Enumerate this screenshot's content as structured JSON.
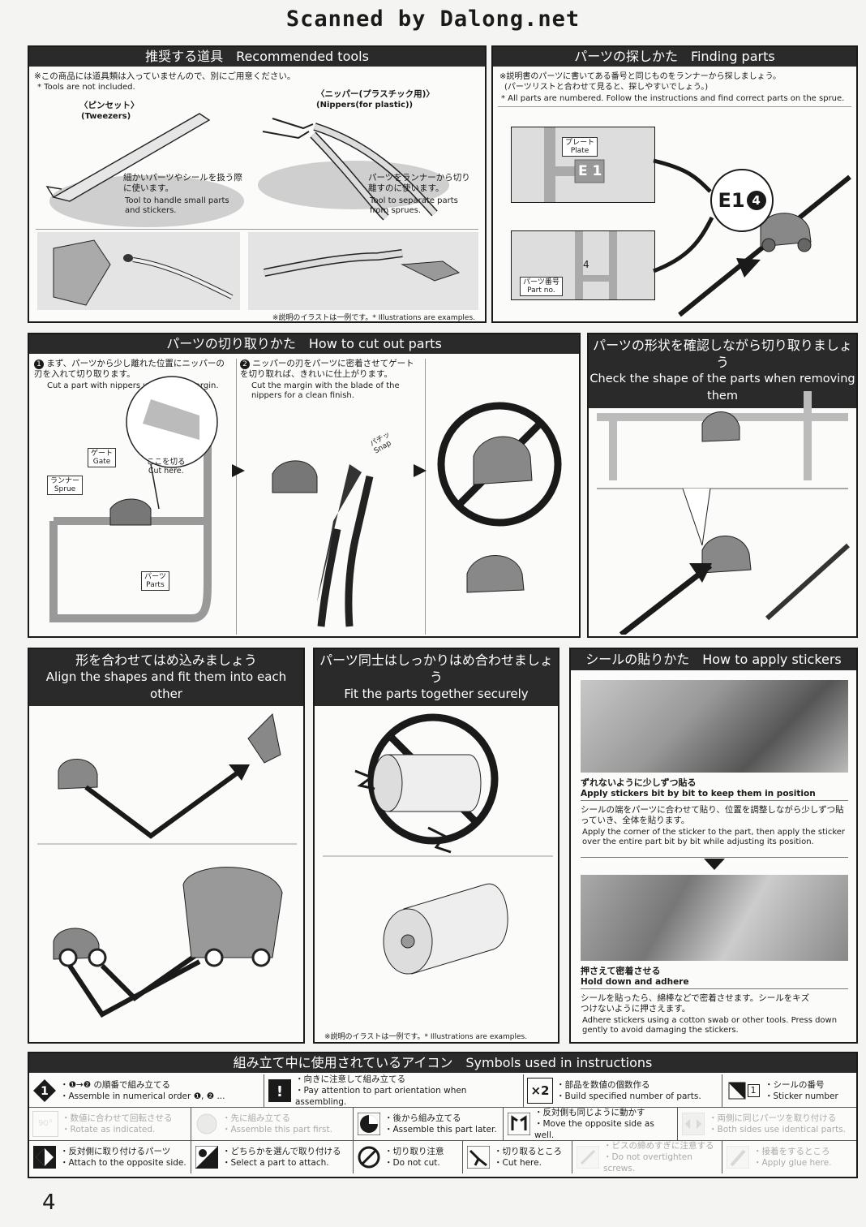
{
  "header": {
    "scan_credit": "Scanned by Dalong.net"
  },
  "tools": {
    "title": "推奨する道具　Recommended tools",
    "note_jp": "※この商品には道具類は入っていませんので、別にご用意ください。",
    "note_en": "* Tools are not included.",
    "tweezers_jp": "〈ピンセット〉",
    "tweezers_en": "(Tweezers)",
    "nippers_jp": "〈ニッパー(プラスチック用)〉",
    "nippers_en": "(Nippers(for plastic))",
    "tweezers_desc_jp": "細かいパーツやシールを扱う際に使います。",
    "tweezers_desc_en": "Tool to handle small parts and stickers.",
    "nippers_desc_jp": "パーツをランナーから切り離すのに使います。",
    "nippers_desc_en": "Tool to separate parts from sprues.",
    "illus_note": "※説明のイラストは一例です。* Illustrations are examples."
  },
  "finding": {
    "title": "パーツの探しかた　Finding parts",
    "note_jp1": "※説明書のパーツに書いてある番号と同じものをランナーから探しましょう。",
    "note_jp2": "(パーツリストと合わせて見ると、探しやすいでしょう。)",
    "note_en": "* All parts are numbered. Follow the instructions and find correct parts on the sprue.",
    "plate_jp": "プレート",
    "plate_en": "Plate",
    "plate_code": "E 1",
    "partno_jp": "パーツ番号",
    "partno_en": "Part no.",
    "partno_val": "4",
    "callout": "E1",
    "callout_num": "4"
  },
  "cut": {
    "title": "パーツの切り取りかた　How to cut out parts",
    "step1_num": "1",
    "step1_jp": "まず、パーツから少し離れた位置にニッパーの刃を入れて切り取ります。",
    "step1_en": "Cut a part with nippers with some margin.",
    "step2_num": "2",
    "step2_jp": "ニッパーの刃をパーツに密着させてゲートを切り取れば、きれいに仕上がります。",
    "step2_en": "Cut the margin with the blade of the nippers for a clean finish.",
    "gate_jp": "ゲート",
    "gate_en": "Gate",
    "sprue_jp": "ランナー",
    "sprue_en": "Sprue",
    "parts_jp": "パーツ",
    "parts_en": "Parts",
    "cuthere_jp": "ここを切る",
    "cuthere_en": "Cut here.",
    "snap_jp": "パチッ",
    "snap_en": "Snap"
  },
  "check": {
    "title_jp": "パーツの形状を確認しながら切り取りましょう",
    "title_en": "Check the shape of the parts when removing them"
  },
  "align": {
    "title_jp": "形を合わせてはめ込みましょう",
    "title_en": "Align the shapes and fit them into each other"
  },
  "fit": {
    "title_jp": "パーツ同士はしっかりはめ合わせましょう",
    "title_en": "Fit the parts together securely",
    "illus_note": "※説明のイラストは一例です。* Illustrations are examples."
  },
  "stickers": {
    "title": "シールの貼りかた　How to apply stickers",
    "h1_jp": "ずれないように少しずつ貼る",
    "h1_en": "Apply stickers bit by bit to keep them in position",
    "d1_jp": "シールの端をパーツに合わせて貼り、位置を調整しながら少しずつ貼っていき、全体を貼ります。",
    "d1_en": "Apply the corner of the sticker to the part, then apply the sticker over the entire part bit by bit while adjusting its position.",
    "h2_jp": "押さえて密着させる",
    "h2_en": "Hold down and adhere",
    "d2_jp": "シールを貼ったら、綿棒などで密着させます。シールをキズつけないように押さえます。",
    "d2_en": "Adhere stickers using a cotton swab or other tools. Press down gently to avoid damaging the stickers."
  },
  "symbols": {
    "title": "組み立て中に使用されているアイコン　Symbols used in instructions",
    "row1": [
      {
        "jp": "・❶→❷ の順番で組み立てる",
        "en": "・Assemble in numerical order ❶, ❷ ..."
      },
      {
        "jp": "・向きに注意して組み立てる",
        "en": "・Pay attention to part orientation when assembling."
      },
      {
        "jp": "・部品を数値の個数作る",
        "en": "・Build specified number of parts."
      },
      {
        "jp": "・シールの番号",
        "en": "・Sticker number"
      }
    ],
    "row2": [
      {
        "jp": "・数値に合わせて回転させる",
        "en": "・Rotate as indicated."
      },
      {
        "jp": "・先に組み立てる",
        "en": "・Assemble this part first."
      },
      {
        "jp": "・後から組み立てる",
        "en": "・Assemble this part later."
      },
      {
        "jp": "・反対側も同じように動かす",
        "en": "・Move the opposite side as well."
      },
      {
        "jp": "・両側に同じパーツを取り付ける",
        "en": "・Both sides use identical parts."
      }
    ],
    "row3": [
      {
        "jp": "・反対側に取り付けるパーツ",
        "en": "・Attach to the opposite side."
      },
      {
        "jp": "・どちらかを選んで取り付ける",
        "en": "・Select a part to attach."
      },
      {
        "jp": "・切り取り注意",
        "en": "・Do not cut."
      },
      {
        "jp": "・切り取るところ",
        "en": "・Cut here."
      },
      {
        "jp": "・ビスの締めすぎに注意する",
        "en": "・Do not overtighten screws."
      },
      {
        "jp": "・接着をするところ",
        "en": "・Apply glue here."
      }
    ],
    "icon_x2": "×2",
    "icon_sticker": "1",
    "icon_rotate": "90°"
  },
  "page": {
    "number": "4"
  }
}
